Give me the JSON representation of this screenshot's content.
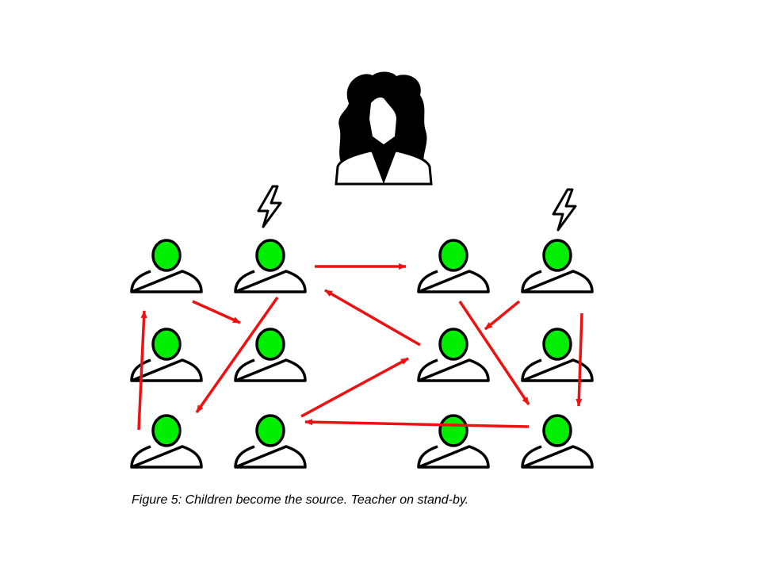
{
  "caption": "Figure 5: Children become the source. Teacher on stand-by.",
  "colors": {
    "child_head": "#00ee00",
    "outline": "#000000",
    "arrow": "#ee1111",
    "background": "#ffffff"
  },
  "icons": {
    "teacher": "teacher-icon",
    "child": "child-icon",
    "lightning": "lightning-icon",
    "arrow": "arrow"
  },
  "diagram": {
    "teacher_count": 1,
    "child_count": 12,
    "lightning_count": 2,
    "arrow_count": 10
  }
}
